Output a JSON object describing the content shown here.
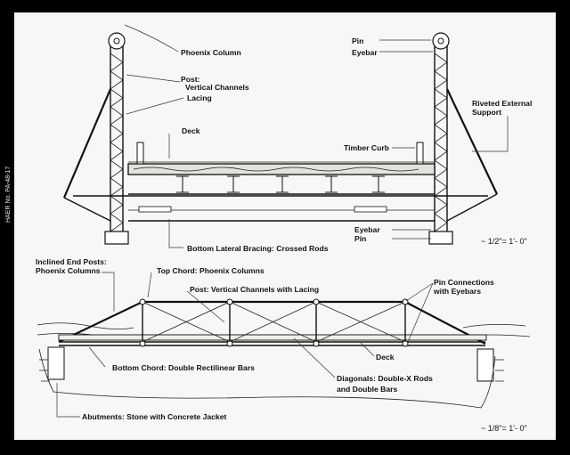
{
  "margin_text": "HAER No. PA-48-17",
  "section": {
    "labels": {
      "phoenix_column": "Phoenix Column",
      "post": "Post:",
      "vertical_channels": "Vertical Channels",
      "lacing": "Lacing",
      "deck": "Deck",
      "pin_top": "Pin",
      "eyebar_top": "Eyebar",
      "riveted_1": "Riveted External",
      "riveted_2": "Support",
      "timber_curb": "Timber Curb",
      "eyebar_bottom": "Eyebar",
      "pin_bottom": "Pin",
      "bottom_lateral": "Bottom Lateral Bracing: Crossed Rods"
    },
    "scale": "~ 1/2\"= 1'- 0\""
  },
  "elevation": {
    "labels": {
      "inclined_1": "Inclined End Posts:",
      "inclined_2": "Phoenix Columns",
      "top_chord": "Top Chord: Phoenix Columns",
      "post": "Post: Vertical Channels with Lacing",
      "pin_conn_1": "Pin Connections",
      "pin_conn_2": "with Eyebars",
      "deck": "Deck",
      "bottom_chord": "Bottom Chord: Double Rectilinear Bars",
      "diagonals_1": "Diagonals: Double-X Rods",
      "diagonals_2": "and Double Bars",
      "abutments": "Abutments: Stone with Concrete Jacket"
    },
    "scale": "~ 1/8\"= 1'- 0\""
  }
}
